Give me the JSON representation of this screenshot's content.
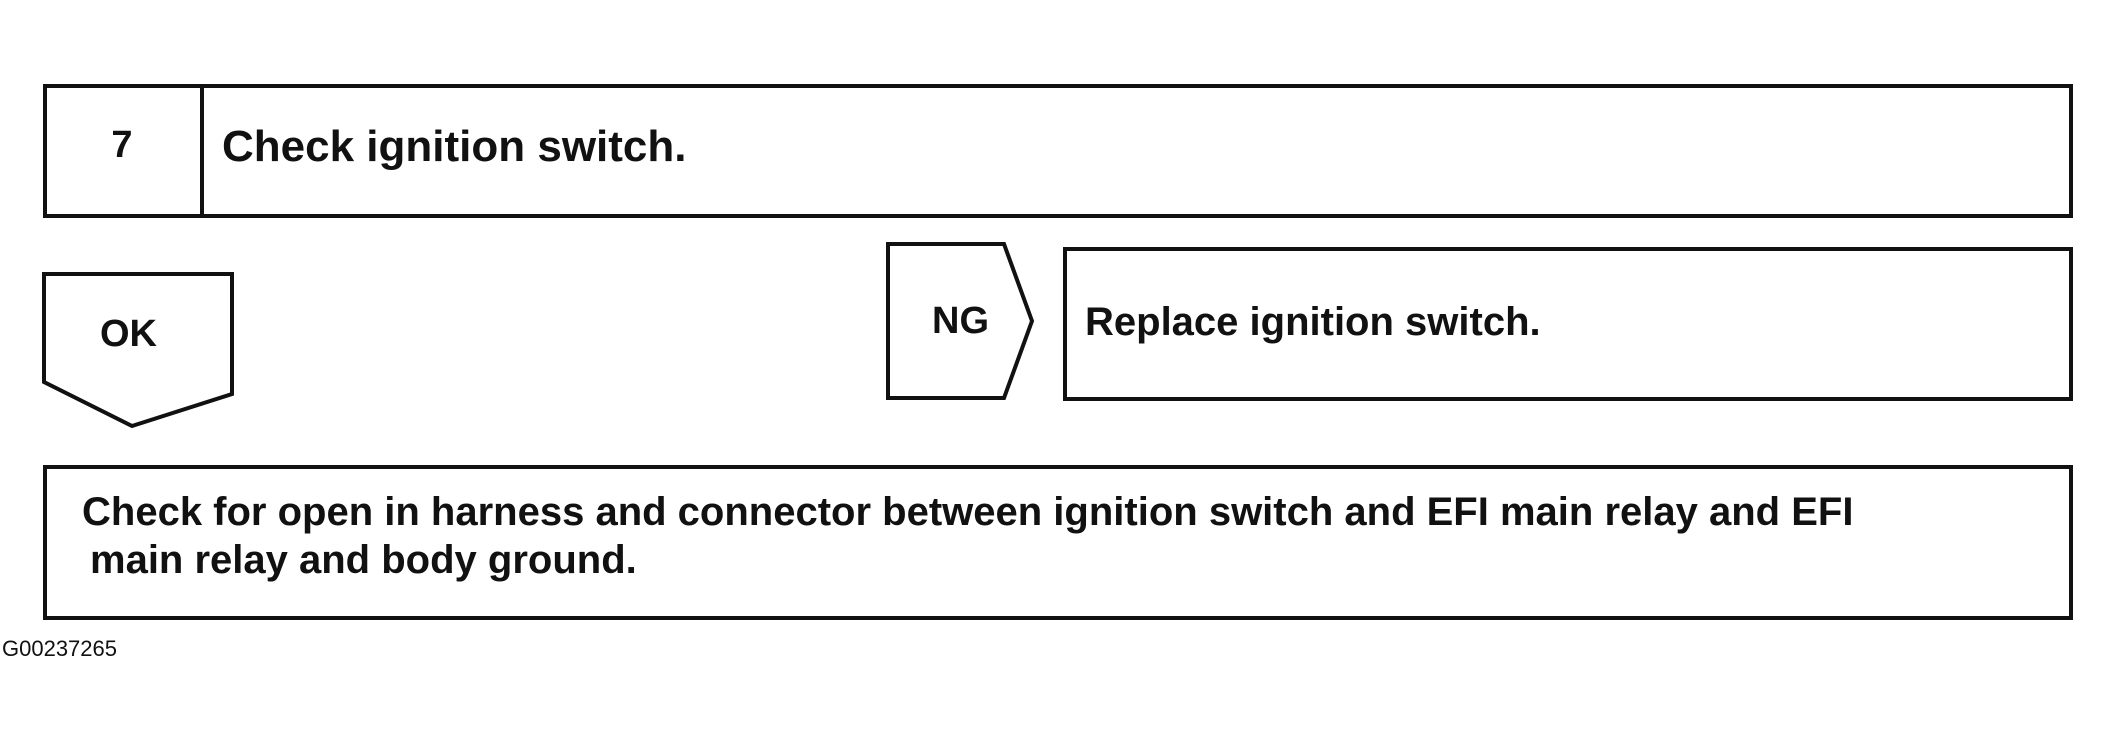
{
  "step": {
    "number": "7",
    "title": "Check ignition switch."
  },
  "ok_branch": {
    "label": "OK"
  },
  "ng_branch": {
    "label": "NG",
    "action": "Replace ignition switch."
  },
  "next_step": {
    "line1": "Check for open in harness and connector between ignition switch and EFI main relay and EFI",
    "line2": "main relay and body ground."
  },
  "figure_id": "G00237265"
}
